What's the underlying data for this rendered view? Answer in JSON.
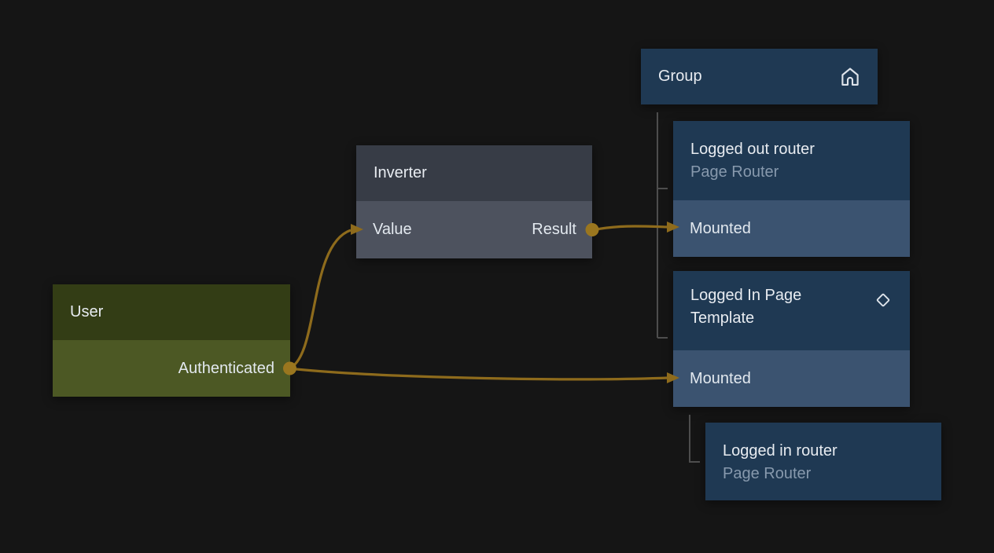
{
  "colors": {
    "background": "#151515",
    "wire": "#8e6b1c",
    "port_dot": "#9a761f",
    "tree_line": "#4d4d4d",
    "blue_node_header": "#1f3953",
    "blue_node_port_row": "#3b5370",
    "gray_node_header": "#373c46",
    "gray_node_port_row": "#4d525e",
    "green_node_header": "#333d15",
    "green_node_port_row": "#4c5824",
    "title_text": "#e8ecf1",
    "subtitle_text": "#8799ad"
  },
  "nodes": {
    "group": {
      "title": "Group",
      "icon": "home-icon"
    },
    "logged_out_router": {
      "title": "Logged out router",
      "subtitle": "Page Router",
      "inputs": [
        {
          "label": "Mounted"
        }
      ]
    },
    "logged_in_page_template": {
      "title": "Logged In Page Template",
      "icon": "diamond-icon",
      "inputs": [
        {
          "label": "Mounted"
        }
      ]
    },
    "logged_in_router": {
      "title": "Logged in router",
      "subtitle": "Page Router"
    },
    "inverter": {
      "title": "Inverter",
      "inputs": [
        {
          "label": "Value"
        }
      ],
      "outputs": [
        {
          "label": "Result"
        }
      ]
    },
    "user": {
      "title": "User",
      "outputs": [
        {
          "label": "Authenticated"
        }
      ]
    }
  },
  "edges": [
    {
      "from": "User.Authenticated",
      "to": "Inverter.Value"
    },
    {
      "from": "User.Authenticated",
      "to": "Logged In Page Template.Mounted"
    },
    {
      "from": "Inverter.Result",
      "to": "Logged out router.Mounted"
    }
  ]
}
